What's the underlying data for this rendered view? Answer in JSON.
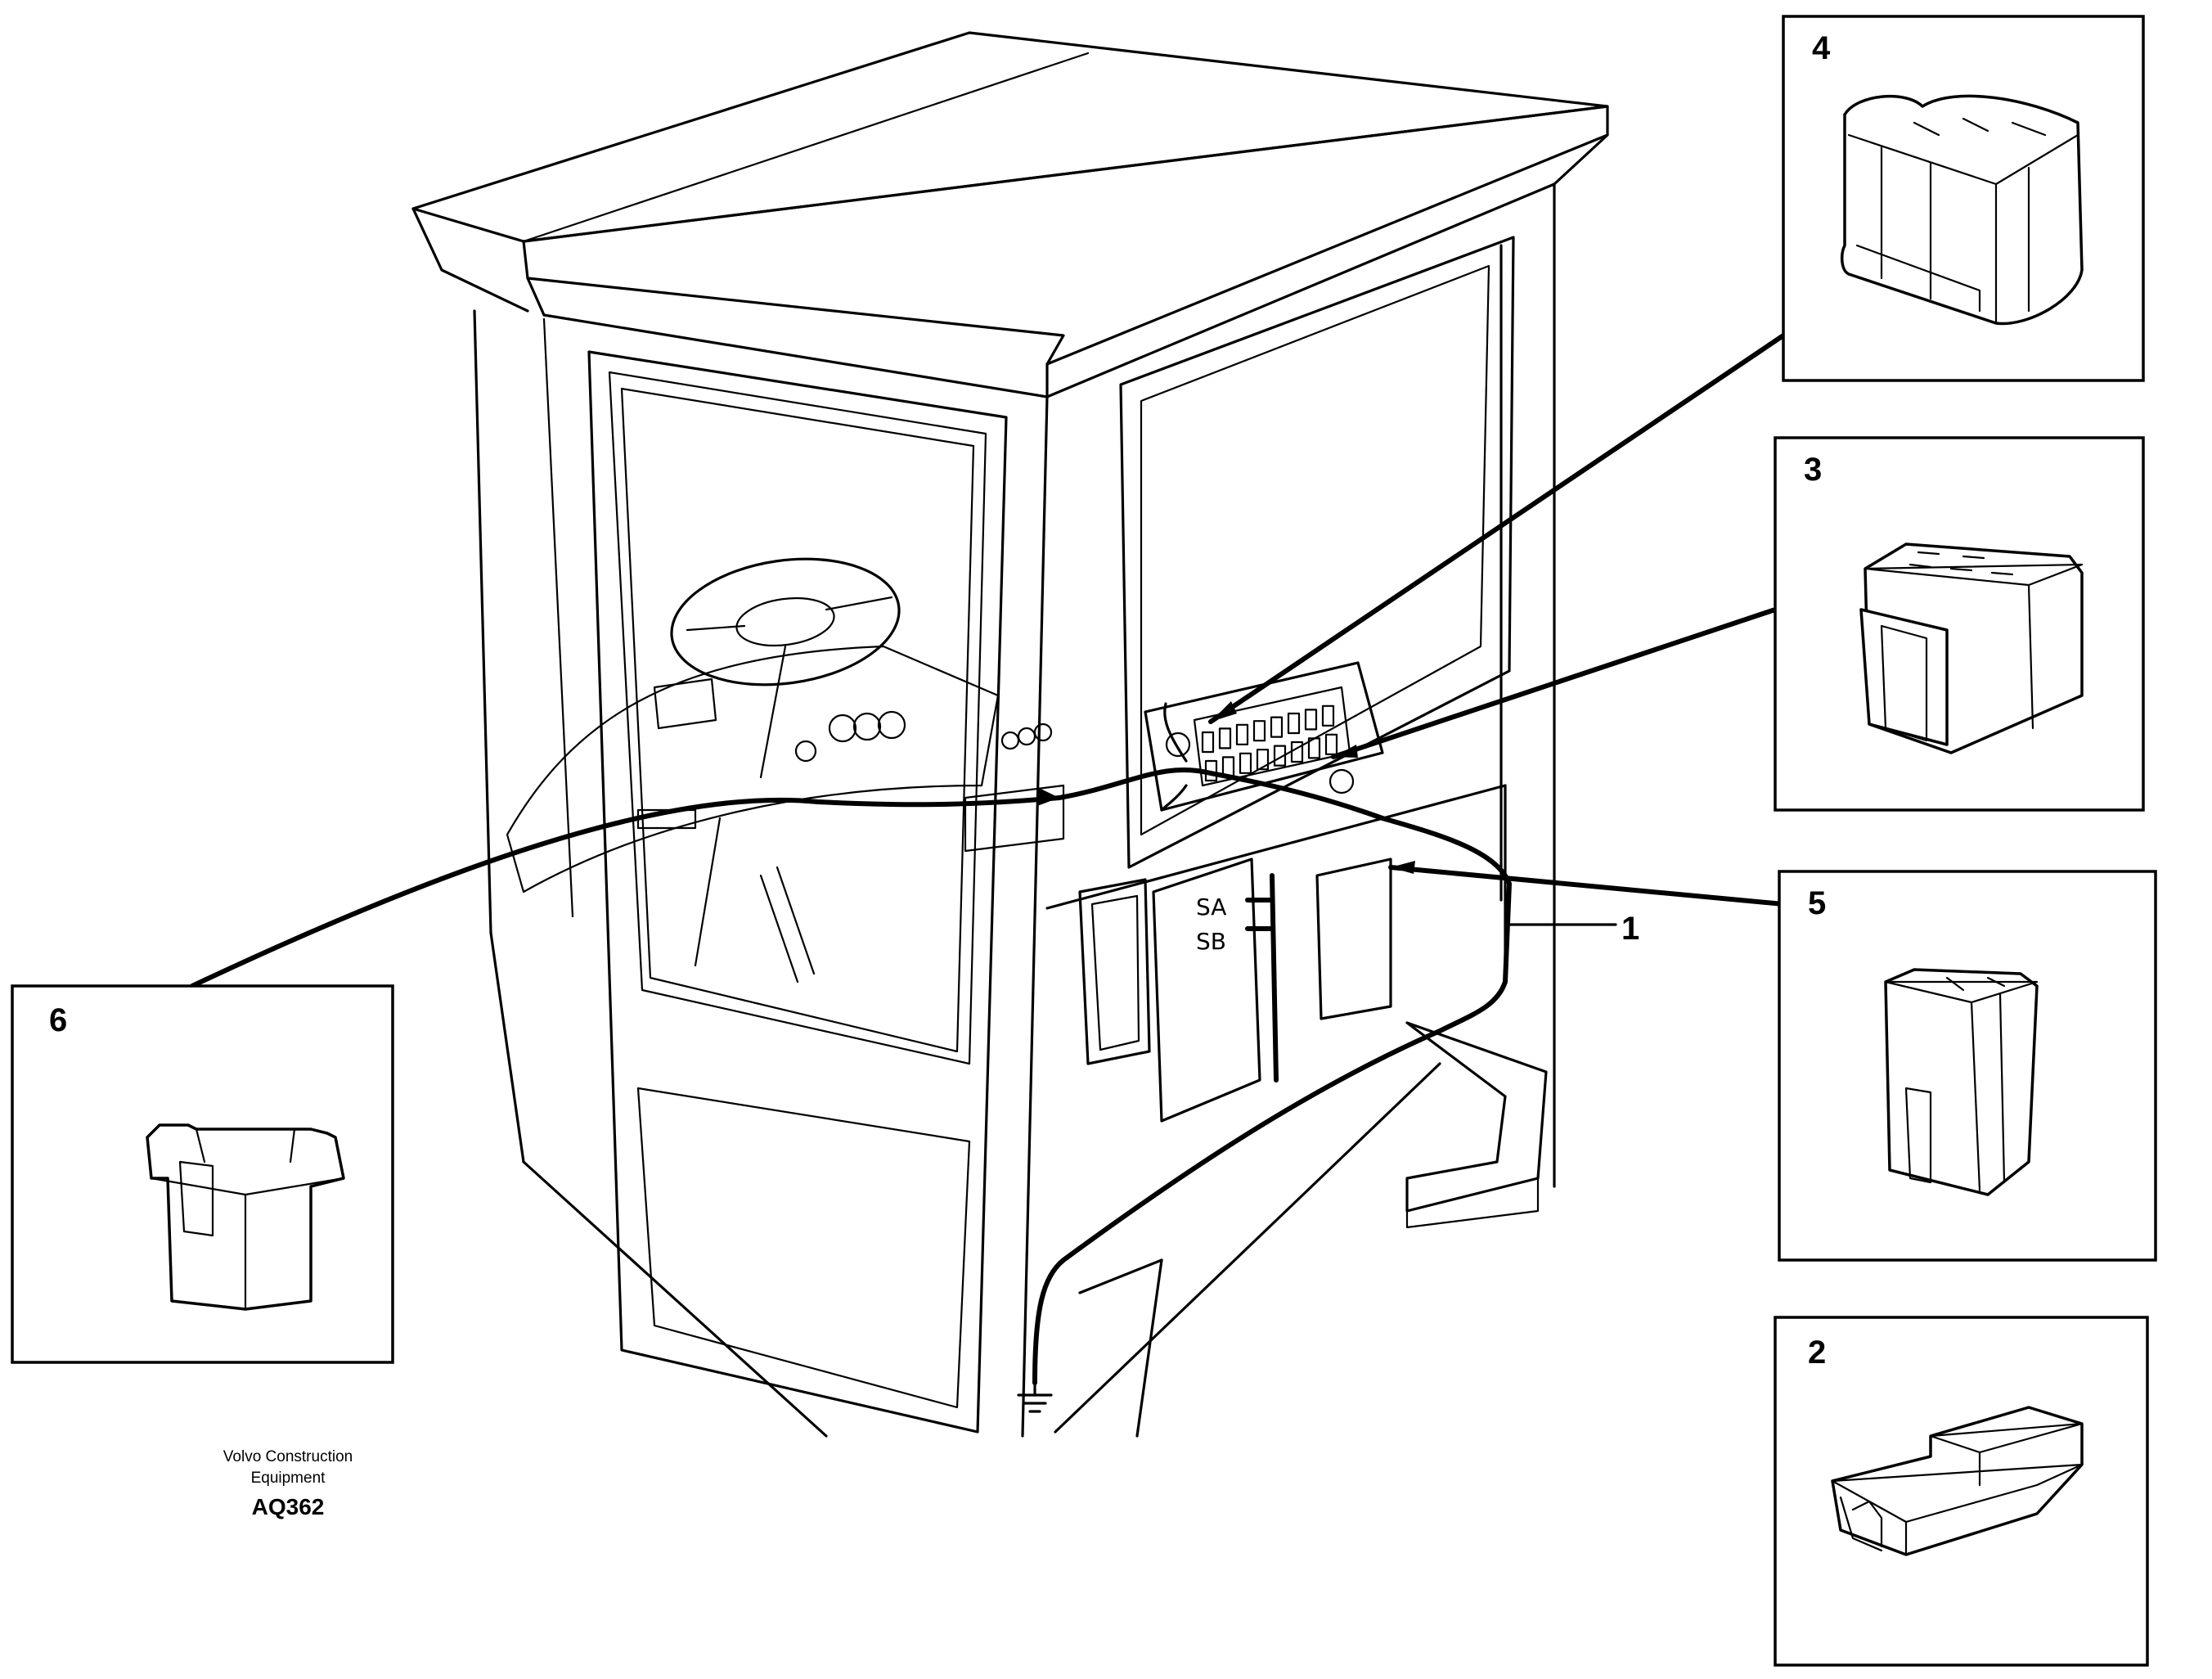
{
  "callouts": {
    "c1": "1",
    "c2": "2",
    "c3": "3",
    "c4": "4",
    "c5": "5",
    "c6": "6"
  },
  "panel_labels": {
    "sa": "SA",
    "sb": "SB"
  },
  "footer": {
    "company_line1": "Volvo Construction",
    "company_line2": "Equipment",
    "drawing_code": "AQ362"
  },
  "colors": {
    "line": "#000000",
    "background": "#ffffff"
  }
}
